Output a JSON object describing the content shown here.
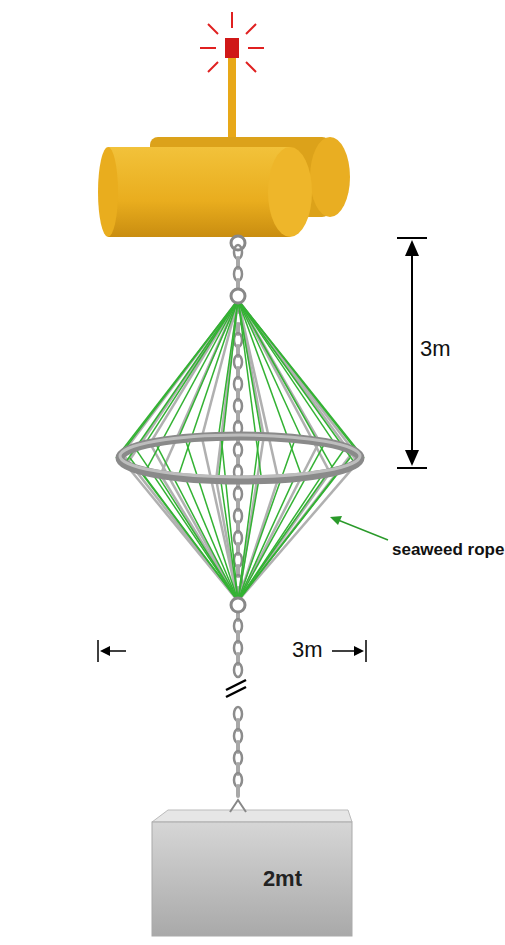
{
  "diagram": {
    "nodes": [
      {
        "text": [
          "2mt"
        ]
      }
    ],
    "labels": [
      "3m",
      "seaweed rope",
      "3m"
    ]
  }
}
